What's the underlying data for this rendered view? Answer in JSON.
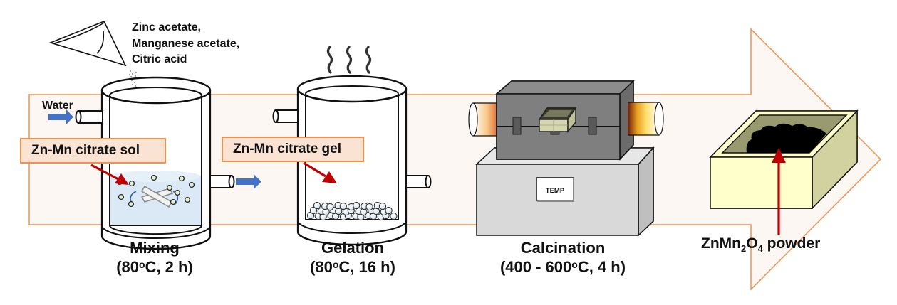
{
  "title": "ZnMn2O4 sol-gel synthesis process",
  "colors": {
    "arrow_fill": "#fdf7f3",
    "arrow_stroke": "#f0914e",
    "callout_fill": "#fbe3d4",
    "pointer_red": "#c00000",
    "flow_blue": "#4472c4",
    "solution_blue": "#d9e8f5",
    "furnace_dark": "#7f7f7f",
    "furnace_base": "#d9d9d9",
    "crucible": "#ffffcc",
    "powder": "#000000"
  },
  "precursors": {
    "line1": "Zinc acetate,",
    "line2": "Manganese acetate,",
    "line3": "Citric acid"
  },
  "water_label": "Water",
  "callouts": {
    "sol": "Zn-Mn citrate sol",
    "gel": "Zn-Mn citrate gel"
  },
  "furnace_panel": "TEMP",
  "product": {
    "prefix": "ZnMn",
    "sub1": "2",
    "mid": "O",
    "sub2": "4",
    "suffix": " powder"
  },
  "stages": [
    {
      "name": "Mixing",
      "pre": "(80",
      "deg": "o",
      "post": "C, 2 h)"
    },
    {
      "name": "Gelation",
      "pre": "(80",
      "deg": "o",
      "post": "C, 16 h)"
    },
    {
      "name": "Calcination",
      "pre": "(400 - 600",
      "deg": "o",
      "post": "C, 4 h)"
    }
  ]
}
